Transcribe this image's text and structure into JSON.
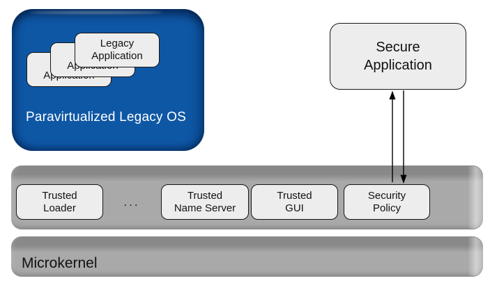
{
  "colors": {
    "legacy_os_blue": "#0E57A5",
    "slab_gray": "#A9A9A9",
    "box_fill": "#EDEDED",
    "box_border": "#161616",
    "os_label_text": "#FFFFFF",
    "label_text": "#111111"
  },
  "legacy_os": {
    "label": "Paravirtualized Legacy OS",
    "applications": [
      {
        "label": "Legacy\nApplication"
      },
      {
        "label": "Legacy\nApplication"
      },
      {
        "label": "Legacy\nApplication"
      }
    ]
  },
  "secure_application": {
    "label": "Secure\nApplication"
  },
  "services_layer": {
    "ellipsis": "...",
    "items": [
      {
        "label": "Trusted\nLoader"
      },
      {
        "label": "Trusted\nName Server"
      },
      {
        "label": "Trusted\nGUI"
      },
      {
        "label": "Security\nPolicy"
      }
    ]
  },
  "microkernel": {
    "label": "Microkernel"
  }
}
